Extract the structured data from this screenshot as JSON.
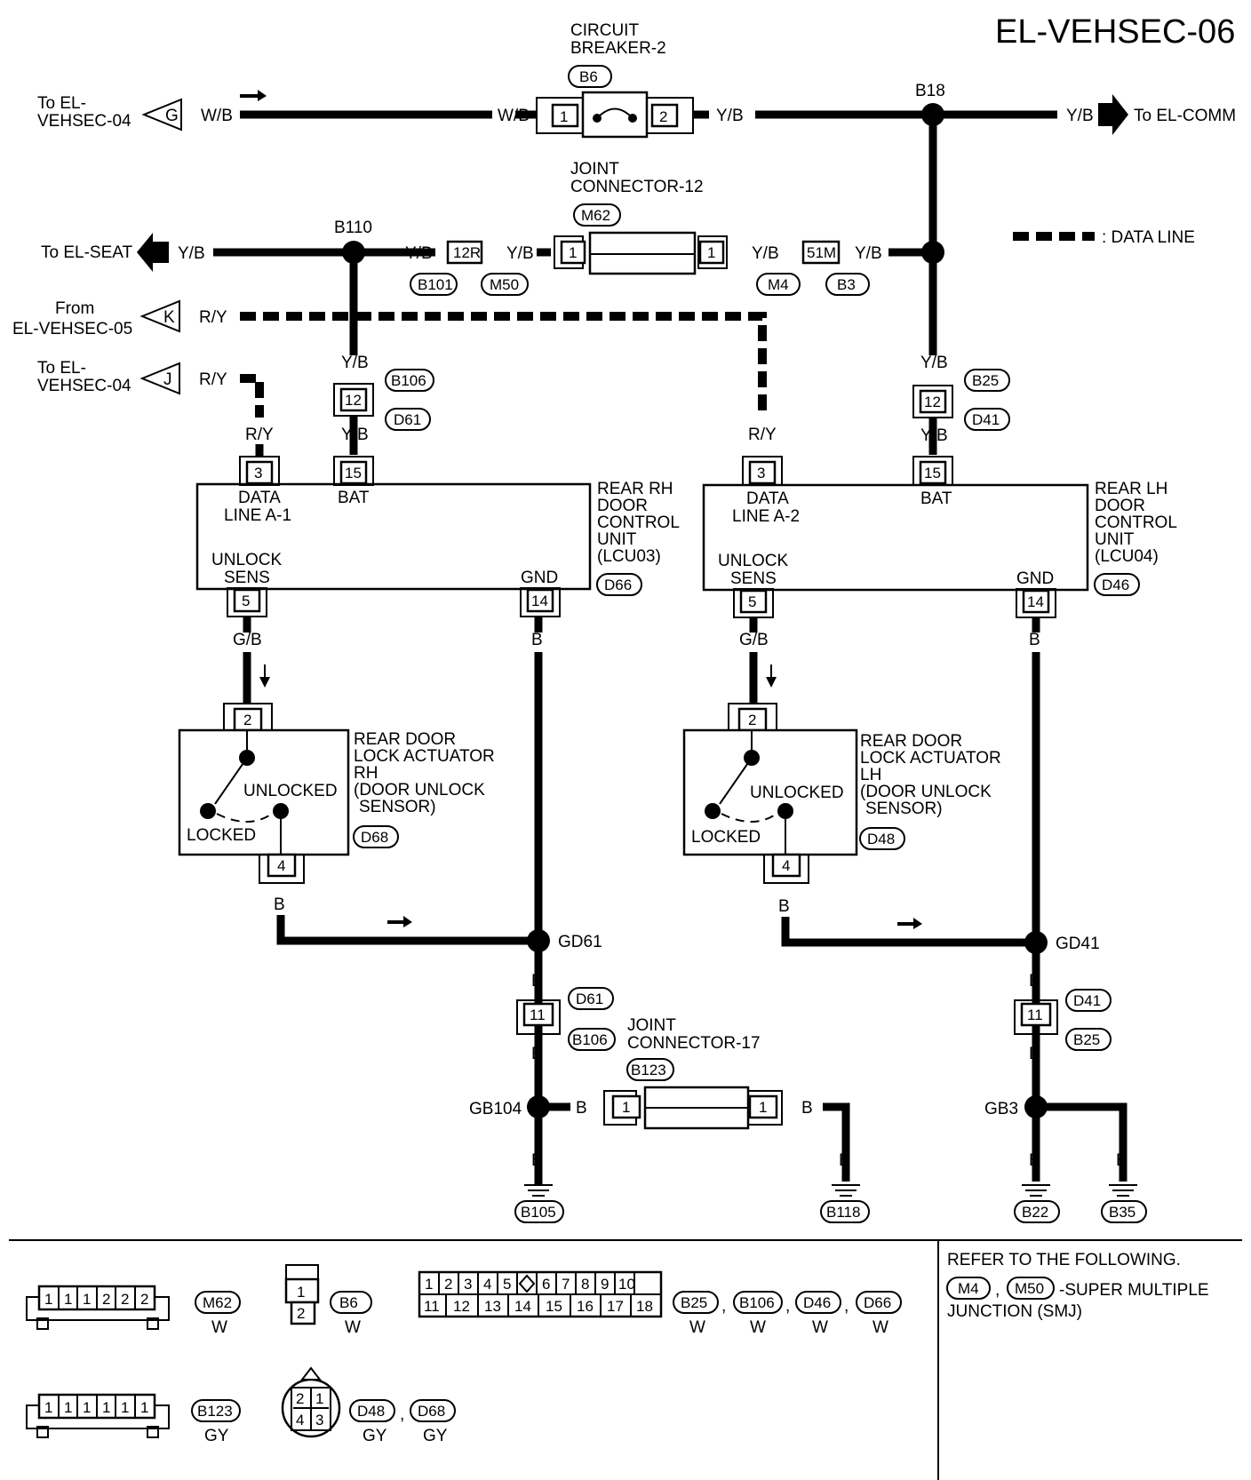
{
  "title": "EL-VEHSEC-06",
  "legend": {
    "data_line": ": DATA LINE"
  },
  "connectors_left": {
    "g": {
      "to": "To EL-\nVEHSEC-04",
      "letter": "G",
      "wire": "W/B"
    },
    "seat": {
      "to": "To EL-SEAT",
      "wire": "Y/B"
    },
    "k": {
      "to": "From\nEL-VEHSEC-05",
      "letter": "K",
      "wire": "R/Y"
    },
    "j": {
      "to": "To EL-\nVEHSEC-04",
      "letter": "J",
      "wire": "R/Y"
    },
    "comm": {
      "to": "To EL-COMM",
      "wire": "Y/B"
    }
  },
  "breaker": {
    "label1": "CIRCUIT",
    "label2": "BREAKER-2",
    "tag": "B6",
    "pin1": "1",
    "pin2": "2",
    "wire_in": "W/B",
    "wire_out": "Y/B"
  },
  "joint12": {
    "label1": "JOINT",
    "label2": "CONNECTOR-12",
    "tag": "M62",
    "pin_l": "1",
    "pin_r": "1"
  },
  "junctions": {
    "b18": "B18",
    "b110": "B110",
    "gd61": "GD61",
    "gd41": "GD41",
    "gb104": "GB104",
    "gb3": "GB3"
  },
  "inline": {
    "r12": "12R",
    "m51": "51M",
    "b101": "B101",
    "m50": "M50",
    "m4": "M4",
    "b3": "B3",
    "yb": "Y/B",
    "ry": "R/Y",
    "gb": "G/B",
    "b": "B",
    "b106": "B106",
    "d61": "D61",
    "b25": "B25",
    "d41": "D41",
    "p12": "12",
    "p11": "11"
  },
  "rh_unit": {
    "name": [
      "REAR RH",
      "DOOR",
      "CONTROL",
      "UNIT",
      "(LCU03)"
    ],
    "tag": "D66",
    "pin_data": "3",
    "pin_bat": "15",
    "pin_unlock": "5",
    "pin_gnd": "14",
    "lbl_data1": "DATA",
    "lbl_data2": "LINE A-1",
    "lbl_bat": "BAT",
    "lbl_unlock1": "UNLOCK",
    "lbl_unlock2": "SENS",
    "lbl_gnd": "GND"
  },
  "lh_unit": {
    "name": [
      "REAR LH",
      "DOOR",
      "CONTROL",
      "UNIT",
      "(LCU04)"
    ],
    "tag": "D46",
    "pin_data": "3",
    "pin_bat": "15",
    "pin_unlock": "5",
    "pin_gnd": "14",
    "lbl_data1": "DATA",
    "lbl_data2": "LINE A-2",
    "lbl_bat": "BAT",
    "lbl_unlock1": "UNLOCK",
    "lbl_unlock2": "SENS",
    "lbl_gnd": "GND"
  },
  "rh_actuator": {
    "name": [
      "REAR DOOR",
      "LOCK ACTUATOR",
      "RH",
      "(DOOR UNLOCK",
      "SENSOR)"
    ],
    "tag": "D68",
    "unlocked": "UNLOCKED",
    "locked": "LOCKED",
    "pin_top": "2",
    "pin_bottom": "4"
  },
  "lh_actuator": {
    "name": [
      "REAR DOOR",
      "LOCK ACTUATOR",
      "LH",
      "(DOOR UNLOCK",
      "SENSOR)"
    ],
    "tag": "D48",
    "unlocked": "UNLOCKED",
    "locked": "LOCKED",
    "pin_top": "2",
    "pin_bottom": "4"
  },
  "joint17": {
    "label1": "JOINT",
    "label2": "CONNECTOR-17",
    "tag": "B123",
    "pin_l": "1",
    "pin_r": "1"
  },
  "grounds": {
    "b105": "B105",
    "b118": "B118",
    "b22": "B22",
    "b35": "B35"
  },
  "footer": {
    "m62_pins": [
      "1",
      "1",
      "1",
      "2",
      "2",
      "2"
    ],
    "m62_tag": "M62",
    "m62_color": "W",
    "b6_pins": [
      "1",
      "2"
    ],
    "b6_tag": "B6",
    "b6_color": "W",
    "big_row1": [
      "1",
      "2",
      "3",
      "4",
      "5",
      "",
      "6",
      "7",
      "8",
      "9",
      "10"
    ],
    "big_row2": [
      "11",
      "12",
      "13",
      "14",
      "15",
      "16",
      "17",
      "18"
    ],
    "big_tags": [
      "B25",
      "B106",
      "D46",
      "D66"
    ],
    "big_color": "W",
    "comma": ",",
    "b123_pins": [
      "1",
      "1",
      "1",
      "1",
      "1",
      "1"
    ],
    "b123_tag": "B123",
    "b123_color": "GY",
    "round_pins": [
      "2",
      "1",
      "4",
      "3"
    ],
    "round_tags": [
      "D48",
      "D68"
    ],
    "round_color": "GY",
    "refer1": "REFER TO THE FOLLOWING.",
    "refer_tags": [
      "M4",
      "M50"
    ],
    "refer2": "-SUPER MULTIPLE",
    "refer3": "JUNCTION (SMJ)"
  }
}
